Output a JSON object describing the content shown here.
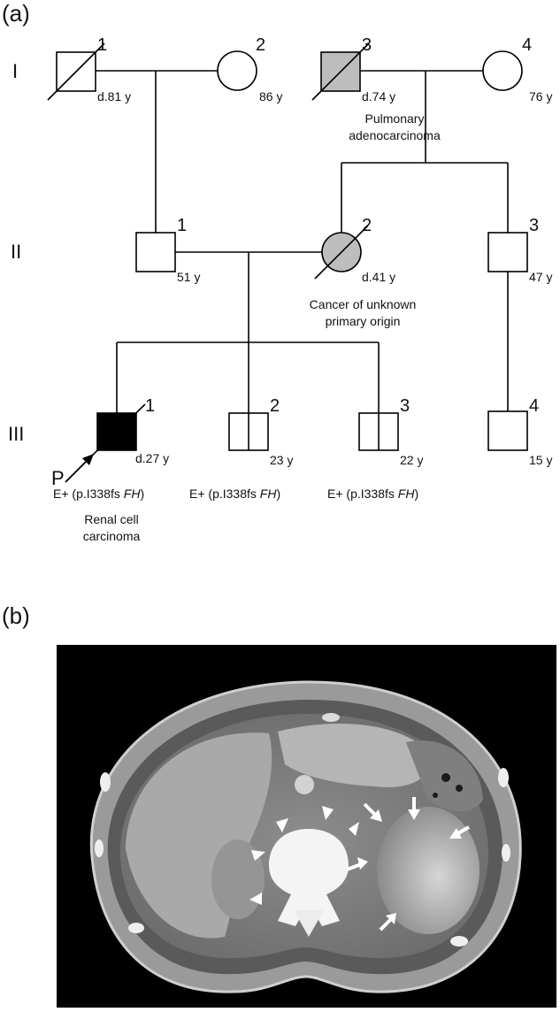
{
  "panels": {
    "a": "(a)",
    "b": "(b)"
  },
  "generations": [
    "I",
    "II",
    "III"
  ],
  "individuals": {
    "I1": {
      "number": "1",
      "age": "d.81 y"
    },
    "I2": {
      "number": "2",
      "age": "86 y"
    },
    "I3": {
      "number": "3",
      "age": "d.74 y",
      "note": [
        "Pulmonary",
        "adenocarcinoma"
      ]
    },
    "I4": {
      "number": "4",
      "age": "76 y"
    },
    "II1": {
      "number": "1",
      "age": "51 y"
    },
    "II2": {
      "number": "2",
      "age": "d.41 y",
      "note": [
        "Cancer of unknown",
        "primary origin"
      ]
    },
    "II3": {
      "number": "3",
      "age": "47 y"
    },
    "III1": {
      "number": "1",
      "age": "d.27 y",
      "status": "E+ (p.I338fs ",
      "gene": "FH",
      "status_end": ")",
      "note": [
        "Renal cell",
        "carcinoma"
      ],
      "proband": "P"
    },
    "III2": {
      "number": "2",
      "age": "23 y",
      "status": "E+ (p.I338fs ",
      "gene": "FH",
      "status_end": ")"
    },
    "III3": {
      "number": "3",
      "age": "22 y",
      "status": "E+ (p.I338fs ",
      "gene": "FH",
      "status_end": ")"
    },
    "III4": {
      "number": "4",
      "age": "15 y"
    }
  }
}
